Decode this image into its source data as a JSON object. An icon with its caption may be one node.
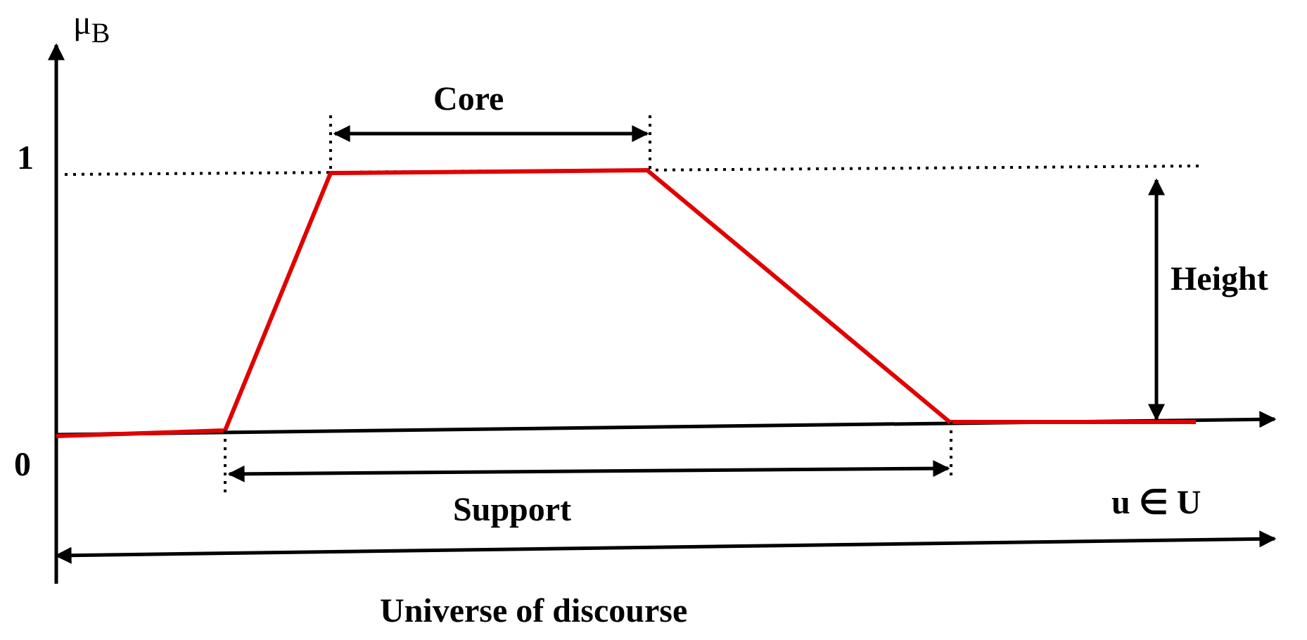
{
  "diagram": {
    "labels": [
      "μ$_{B}$",
      "1",
      "Core",
      "Height",
      "0",
      "Support",
      "u ∈ U",
      "Universe of discourse"
    ]
  }
}
